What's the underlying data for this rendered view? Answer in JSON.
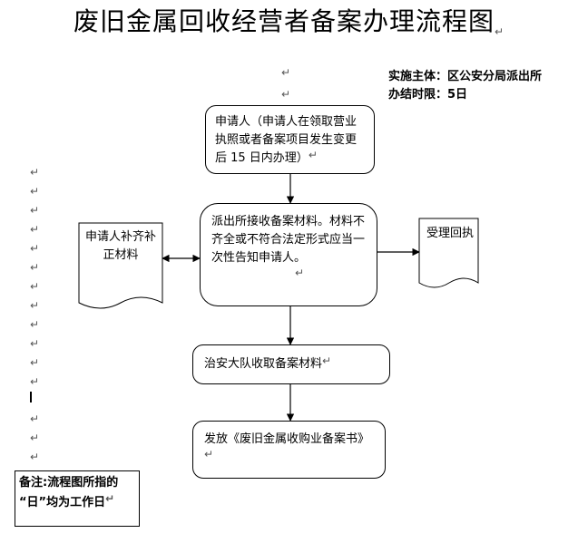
{
  "title": "废旧金属回收经营者备案办理流程图",
  "meta": {
    "line1": "实施主体：区公安分局派出所",
    "line2": "办结时限：5日"
  },
  "nodes": {
    "applicant": "申请人（申请人在领取营业执照或者备案项目发生变更后 15 日内办理）",
    "police_station": "派出所接收备案材料。材料不齐全或不符合法定形式应当一次性告知申请人。",
    "supplement": "申请人补齐补正材料",
    "receipt": "受理回执",
    "security_team": "治安大队收取备案材料",
    "issue": "发放《废旧金属收购业备案书》"
  },
  "note": {
    "line1": "备注:流程图所指的",
    "line2": "“日”均为工作日"
  },
  "para_mark": "↵"
}
